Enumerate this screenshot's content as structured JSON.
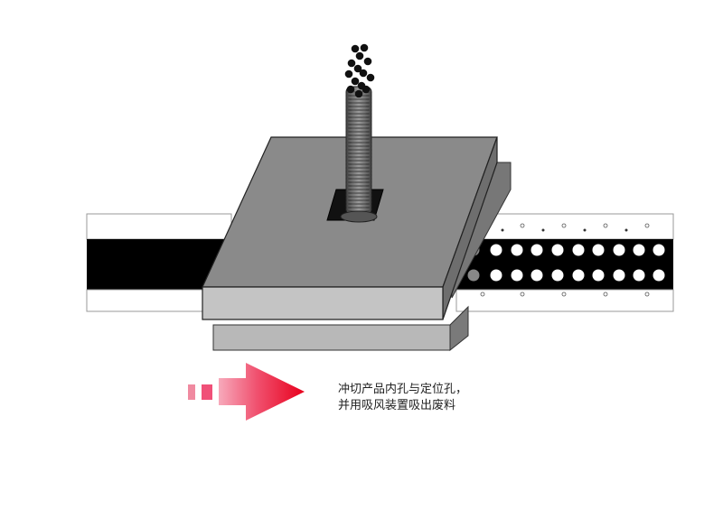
{
  "caption": {
    "line1": "冲切产品内孔与定位孔，",
    "line2": "并用吸风装置吸出废料"
  },
  "colors": {
    "strip_white": "#ffffff",
    "strip_black": "#000000",
    "plate_top": "#8a8a8a",
    "plate_front": "#c4c4c4",
    "plate_side": "#6e6e6e",
    "lower_plate": "#b8b8b8",
    "tube": "#777777",
    "arrow_red": "#e8001c",
    "arrow_pink": "#f08aa0"
  },
  "icons": {
    "direction": "feed-direction-arrow-icon",
    "suction": "suction-tube-icon",
    "scrap": "scrap-slug-particles"
  }
}
